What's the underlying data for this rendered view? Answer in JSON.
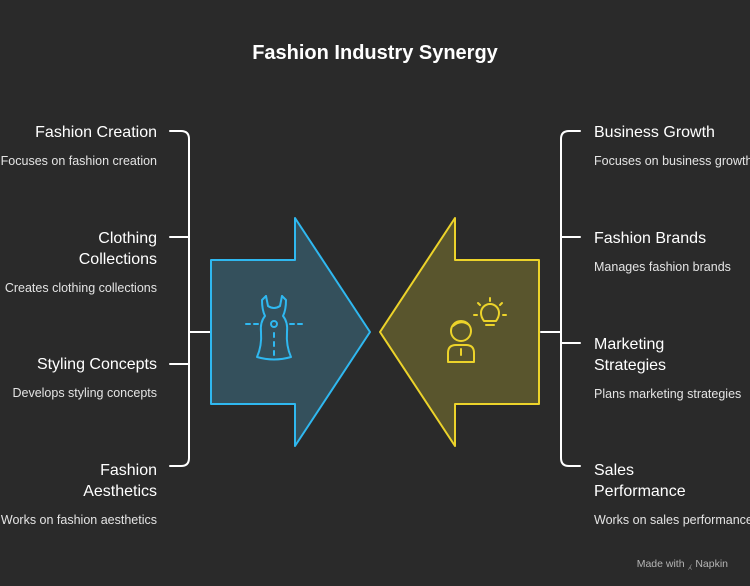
{
  "title": "Fashion Industry Synergy",
  "left": [
    {
      "title": "Fashion Creation",
      "desc": "Focuses on fashion creation"
    },
    {
      "title": "Clothing Collections",
      "desc": "Creates clothing collections"
    },
    {
      "title": "Styling Concepts",
      "desc": "Develops styling concepts"
    },
    {
      "title": "Fashion Aesthetics",
      "desc": "Works on fashion aesthetics"
    }
  ],
  "right": [
    {
      "title": "Business Growth",
      "desc": "Focuses on business growth"
    },
    {
      "title": "Fashion Brands",
      "desc": "Manages fashion brands"
    },
    {
      "title": "Marketing Strategies",
      "desc": "Plans marketing strategies"
    },
    {
      "title": "Sales Performance",
      "desc": "Works on sales performance"
    }
  ],
  "footer": {
    "made_with": "Made with",
    "brand": "Napkin"
  },
  "colors": {
    "background": "#2a2a2a",
    "blue_arrow_stroke": "#2fb8f0",
    "blue_arrow_fill": "#34505c",
    "yellow_arrow_stroke": "#ecd32a",
    "yellow_arrow_fill": "#59552d",
    "bracket": "#ffffff"
  },
  "icons": {
    "left_arrow": "dress-icon",
    "right_arrow": "person-idea-icon"
  }
}
